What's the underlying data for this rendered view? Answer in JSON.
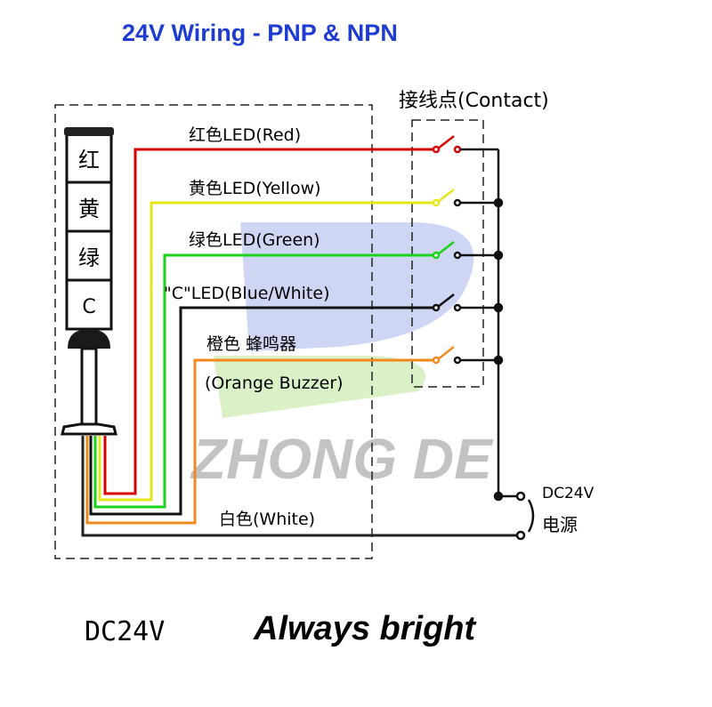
{
  "header": {
    "title": "24V  Wiring - PNP & NPN"
  },
  "contact_label": "接线点(Contact)",
  "tower": {
    "segments": [
      "红",
      "黄",
      "绿",
      "C"
    ]
  },
  "wires": [
    {
      "label": "红色LED(Red)",
      "color": "#d40000"
    },
    {
      "label": "黄色LED(Yellow)",
      "color": "#e6e619"
    },
    {
      "label": "绿色LED(Green)",
      "color": "#19d219"
    },
    {
      "label": "\"C\"LED(Blue/White)",
      "color": "#111111"
    },
    {
      "label": "橙色 蜂鸣器",
      "label2": "(Orange Buzzer)",
      "color": "#f08a1e"
    }
  ],
  "white_wire": {
    "label": "白色(White)",
    "color": "#222222"
  },
  "power": {
    "line1": "DC24V",
    "line2": "电源"
  },
  "watermark": {
    "text": "ZHONG DE",
    "color": "#b0b0b0",
    "accent": "#3c5ad2",
    "accent2": "#78c832"
  },
  "footer": {
    "voltage": "DC24V",
    "mode": "Always bright"
  },
  "colors": {
    "title": "#1e3cd2",
    "frame": "#222222"
  }
}
